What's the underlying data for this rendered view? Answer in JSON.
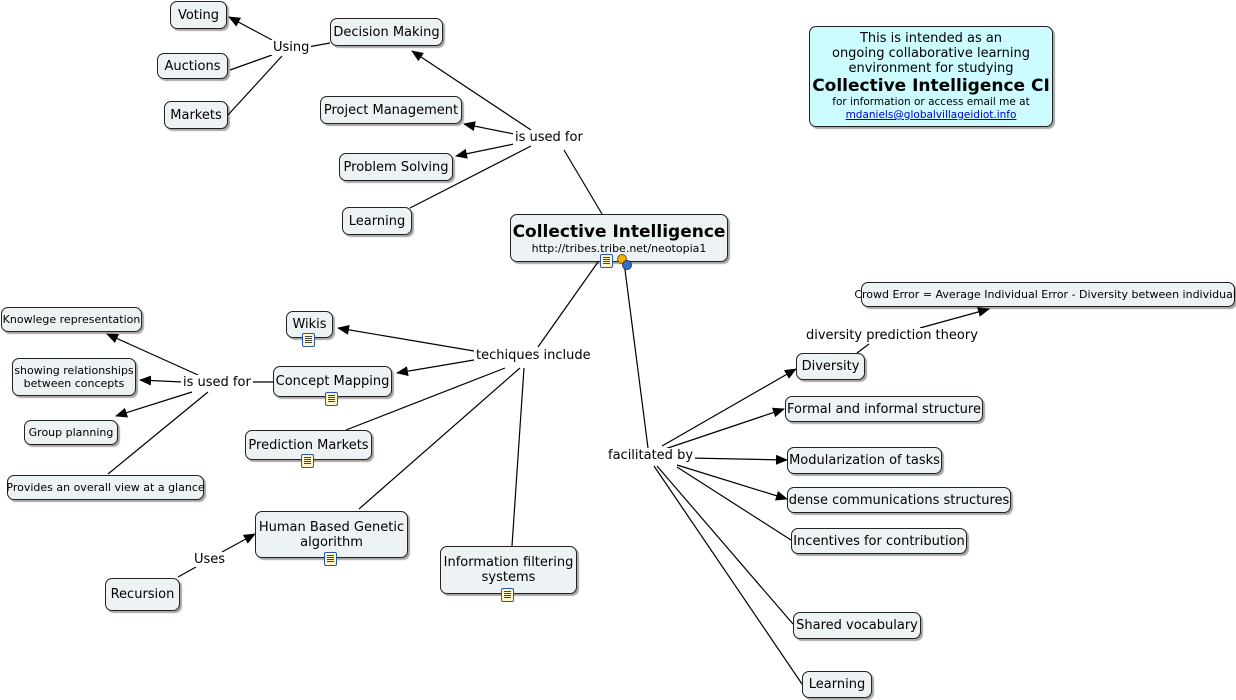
{
  "central": {
    "title": "Collective Intelligence",
    "url": "http://tribes.tribe.net/neotopia1",
    "icons": [
      "document-icon",
      "people-icon"
    ]
  },
  "info_box": {
    "line1": "This is intended as an",
    "line2": "ongoing collaborative learning",
    "line3": "environment for studying",
    "heading": "Collective Intelligence CI",
    "line4": "for information or access email me at",
    "email": "mdaniels@globalvillageidiot.info"
  },
  "linking_phrases": {
    "is_used_for": "is used for",
    "using": "Using",
    "techniques_include": "techiques include",
    "is_used_for_2": "is used for",
    "facilitated_by": "facilitated by",
    "uses": "Uses",
    "diversity_prediction_theory": "diversity prediction theory"
  },
  "uses": {
    "decision_making": "Decision Making",
    "project_management": "Project Management",
    "problem_solving": "Problem Solving",
    "learning": "Learning"
  },
  "decision_methods": {
    "voting": "Voting",
    "auctions": "Auctions",
    "markets": "Markets"
  },
  "techniques": {
    "wikis": "Wikis",
    "concept_mapping": "Concept Mapping",
    "prediction_markets": "Prediction Markets",
    "hbga_line1": "Human Based Genetic",
    "hbga_line2": "algorithm",
    "info_filter_line1": "Information filtering",
    "info_filter_line2": "systems",
    "recursion": "Recursion"
  },
  "concept_mapping_uses": {
    "knowledge_representation": "Knowlege representation",
    "relationships_line1": "showing relationships",
    "relationships_line2": "between concepts",
    "group_planning": "Group planning",
    "overview": "Provides an overall view at a glance"
  },
  "facilitators": {
    "diversity": "Diversity",
    "formal_informal": "Formal and informal structure",
    "modularization": "Modularization of tasks",
    "dense_comms": "dense communications structures",
    "incentives": "Incentives for contribution",
    "shared_vocabulary": "Shared vocabulary",
    "learning": "Learning"
  },
  "crowd_error": "Crowd Error = Average Individual Error - Diversity between individuals",
  "colors": {
    "node_fill": "#edf2f4",
    "info_fill": "#ccfcff",
    "link_color": "#000000",
    "email_link": "#0000cc"
  }
}
